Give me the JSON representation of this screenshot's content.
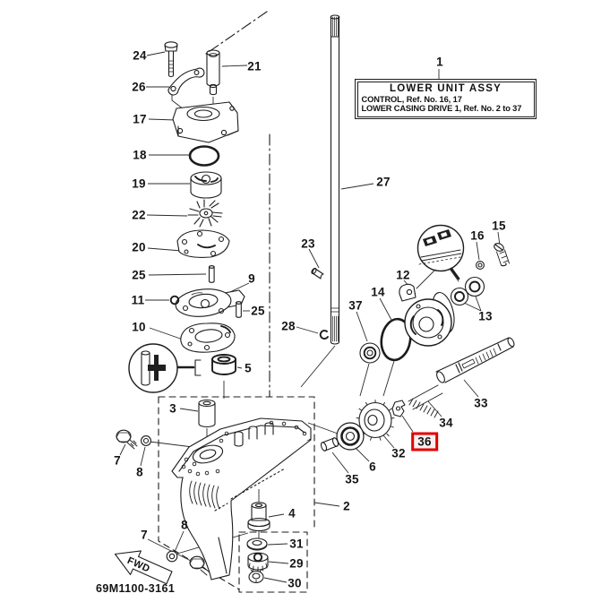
{
  "info_box": {
    "line1": "LOWER UNIT ASSY",
    "line2": "CONTROL,  Ref. No. 16, 17",
    "line3": "LOWER CASING DRIVE 1,  Ref. No. 2 to 37"
  },
  "drawing_number": "69M1100-3161",
  "fwd_arrow": {
    "label": "FWD"
  },
  "highlight": {
    "ref": "36",
    "color": "#e10000"
  },
  "labels": [
    {
      "ref": "24",
      "text": "24"
    },
    {
      "ref": "26",
      "text": "26"
    },
    {
      "ref": "21",
      "text": "21"
    },
    {
      "ref": "17",
      "text": "17"
    },
    {
      "ref": "18",
      "text": "18"
    },
    {
      "ref": "19",
      "text": "19"
    },
    {
      "ref": "22",
      "text": "22"
    },
    {
      "ref": "20",
      "text": "20"
    },
    {
      "ref": "25",
      "text": "25"
    },
    {
      "ref": "9",
      "text": "9"
    },
    {
      "ref": "11",
      "text": "11"
    },
    {
      "ref": "25",
      "text": "25"
    },
    {
      "ref": "10",
      "text": "10"
    },
    {
      "ref": "5",
      "text": "5"
    },
    {
      "ref": "3",
      "text": "3"
    },
    {
      "ref": "7",
      "text": "7"
    },
    {
      "ref": "8",
      "text": "8"
    },
    {
      "ref": "8",
      "text": "8"
    },
    {
      "ref": "7",
      "text": "7"
    },
    {
      "ref": "23",
      "text": "23"
    },
    {
      "ref": "27",
      "text": "27"
    },
    {
      "ref": "28",
      "text": "28"
    },
    {
      "ref": "37",
      "text": "37"
    },
    {
      "ref": "14",
      "text": "14"
    },
    {
      "ref": "12",
      "text": "12"
    },
    {
      "ref": "13",
      "text": "13"
    },
    {
      "ref": "16",
      "text": "16"
    },
    {
      "ref": "15",
      "text": "15"
    },
    {
      "ref": "1",
      "text": "1"
    },
    {
      "ref": "33",
      "text": "33"
    },
    {
      "ref": "34",
      "text": "34"
    },
    {
      "ref": "36",
      "text": "36"
    },
    {
      "ref": "32",
      "text": "32"
    },
    {
      "ref": "6",
      "text": "6"
    },
    {
      "ref": "35",
      "text": "35"
    },
    {
      "ref": "2",
      "text": "2"
    },
    {
      "ref": "4",
      "text": "4"
    },
    {
      "ref": "31",
      "text": "31"
    },
    {
      "ref": "29",
      "text": "29"
    },
    {
      "ref": "30",
      "text": "30"
    }
  ]
}
